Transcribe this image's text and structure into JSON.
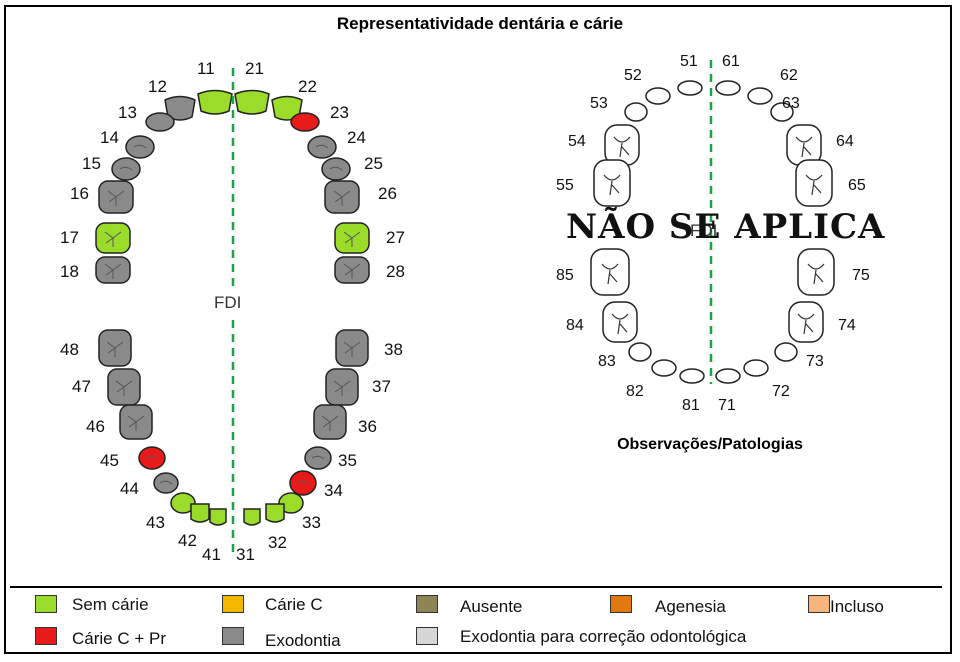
{
  "title": "Representatividade dentária e cárie",
  "permanent": {
    "center_label": "FDI",
    "upper_teeth": [
      {
        "n": "11",
        "status": "sem_carie"
      },
      {
        "n": "21",
        "status": "sem_carie"
      },
      {
        "n": "12",
        "status": "exodontia"
      },
      {
        "n": "22",
        "status": "sem_carie"
      },
      {
        "n": "13",
        "status": "exodontia"
      },
      {
        "n": "23",
        "status": "carie_pr"
      },
      {
        "n": "14",
        "status": "exodontia"
      },
      {
        "n": "24",
        "status": "exodontia"
      },
      {
        "n": "15",
        "status": "exodontia"
      },
      {
        "n": "25",
        "status": "exodontia"
      },
      {
        "n": "16",
        "status": "exodontia"
      },
      {
        "n": "26",
        "status": "exodontia"
      },
      {
        "n": "17",
        "status": "sem_carie"
      },
      {
        "n": "27",
        "status": "sem_carie"
      },
      {
        "n": "18",
        "status": "exodontia"
      },
      {
        "n": "28",
        "status": "exodontia"
      }
    ],
    "lower_teeth": [
      {
        "n": "48",
        "status": "exodontia"
      },
      {
        "n": "38",
        "status": "exodontia"
      },
      {
        "n": "47",
        "status": "exodontia"
      },
      {
        "n": "37",
        "status": "exodontia"
      },
      {
        "n": "46",
        "status": "exodontia"
      },
      {
        "n": "36",
        "status": "exodontia"
      },
      {
        "n": "45",
        "status": "carie_pr"
      },
      {
        "n": "35",
        "status": "exodontia"
      },
      {
        "n": "44",
        "status": "exodontia"
      },
      {
        "n": "34",
        "status": "carie_pr"
      },
      {
        "n": "43",
        "status": "sem_carie"
      },
      {
        "n": "33",
        "status": "sem_carie"
      },
      {
        "n": "42",
        "status": "sem_carie"
      },
      {
        "n": "32",
        "status": "sem_carie"
      },
      {
        "n": "41",
        "status": "sem_carie"
      },
      {
        "n": "31",
        "status": "sem_carie"
      }
    ]
  },
  "deciduous": {
    "center_label": "FDI",
    "banner": "NÃO SE APLICA",
    "teeth": [
      "51",
      "61",
      "52",
      "62",
      "53",
      "63",
      "54",
      "64",
      "55",
      "65",
      "85",
      "75",
      "84",
      "74",
      "83",
      "73",
      "82",
      "72",
      "81",
      "71"
    ]
  },
  "observations_title": "Observações/Patologias",
  "legend": [
    {
      "label": "Sem cárie",
      "color": "#9bdc2a"
    },
    {
      "label": "Cárie C",
      "color": "#f5b800"
    },
    {
      "label": "Ausente",
      "color": "#8e8456"
    },
    {
      "label": "Agenesia",
      "color": "#e07a10"
    },
    {
      "label": "Incluso",
      "color": "#f7b57d"
    },
    {
      "label": "Cárie C + Pr",
      "color": "#e81a1a"
    },
    {
      "label": "Exodontia",
      "color": "#8a8a8a"
    },
    {
      "label": "Exodontia para correção odontológica",
      "color": "#d6d6d6"
    }
  ],
  "colors": {
    "sem_carie": "#9bdc2a",
    "carie_pr": "#e81a1a",
    "exodontia": "#8a8a8a",
    "primary_fill": "#ffffff",
    "midline": "#1aa34a"
  }
}
